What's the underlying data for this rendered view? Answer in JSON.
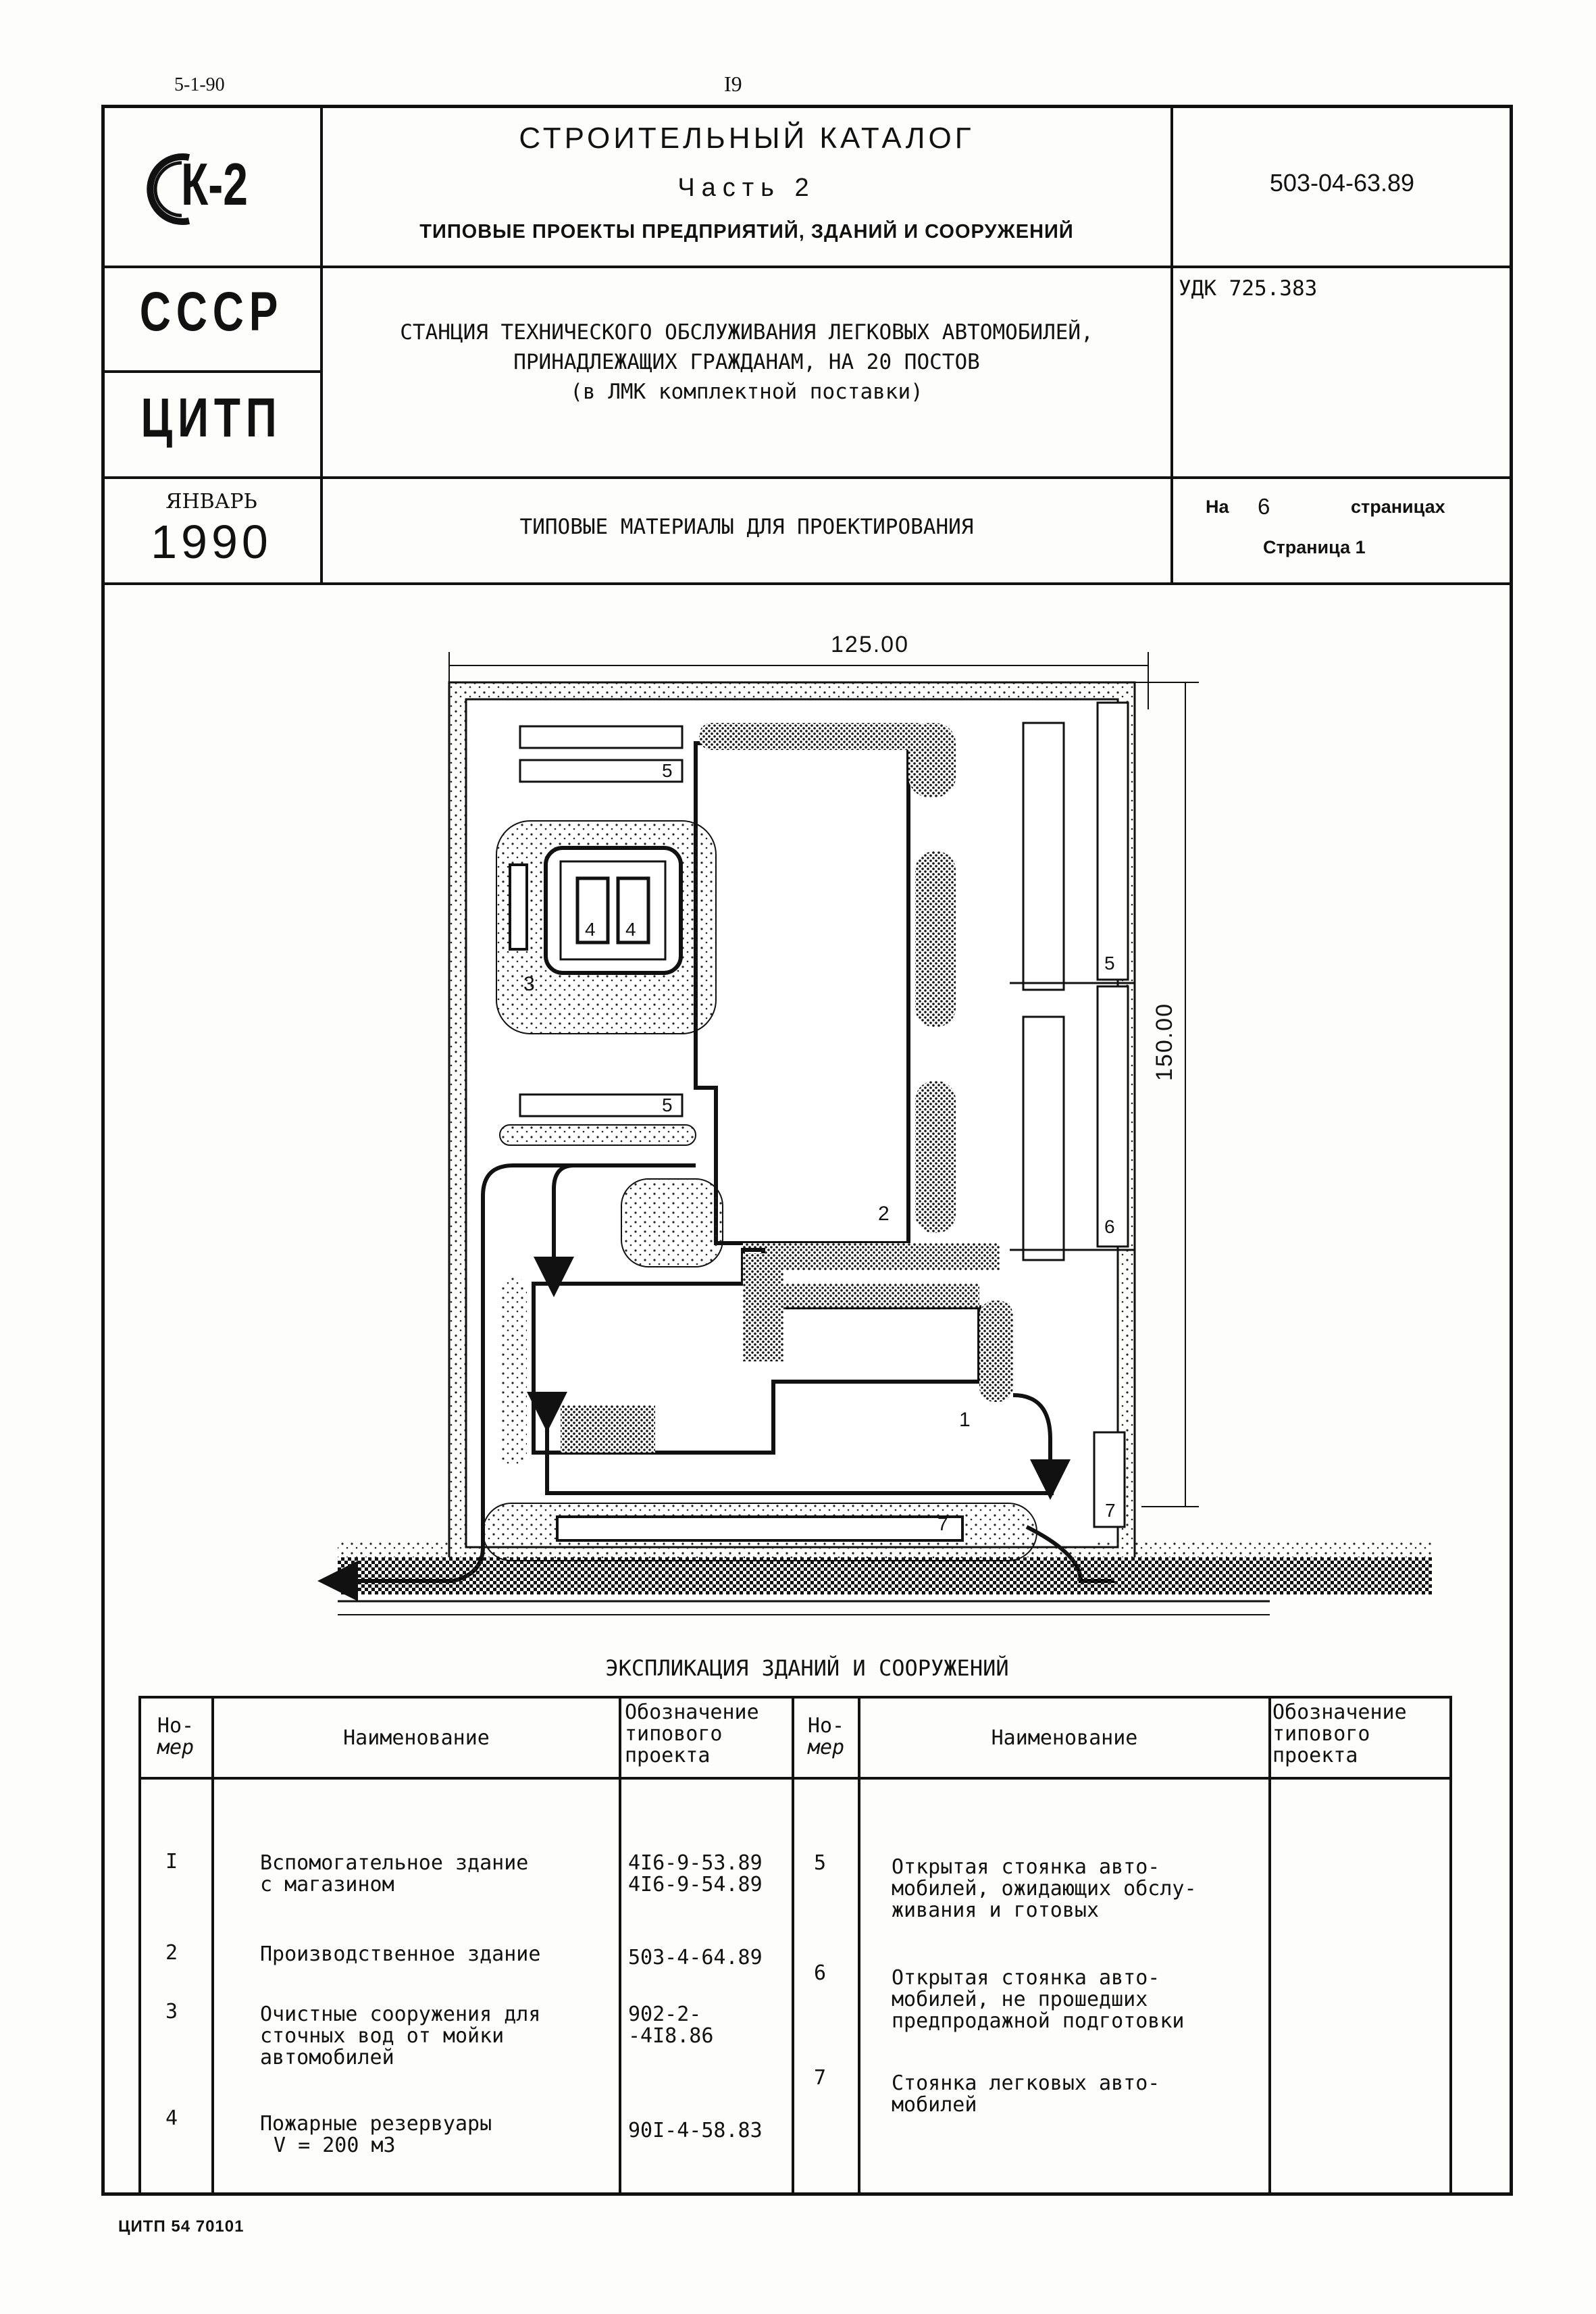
{
  "page_number_left": "5-1-90",
  "page_number_center": "I9",
  "stamp": {
    "logo_text": "К-2",
    "catalog_title": "СТРОИТЕЛЬНЫЙ КАТАЛОГ",
    "catalog_part": "Часть 2",
    "catalog_subtitle": "ТИПОВЫЕ ПРОЕКТЫ ПРЕДПРИЯТИЙ, ЗДАНИЙ И СООРУЖЕНИЙ",
    "project_code": "503-04-63.89",
    "org_country": "СССР",
    "org_name": "ЦИТП",
    "udk": "УДК 725.383",
    "project_title_line1": "СТАНЦИЯ ТЕХНИЧЕСКОГО ОБСЛУЖИВАНИЯ ЛЕГКОВЫХ АВТОМОБИЛЕЙ,",
    "project_title_line2": "ПРИНАДЛЕЖАЩИХ ГРАЖДАНАМ, НА 20 ПОСТОВ",
    "project_title_line3": "(в ЛМК комплектной поставки)",
    "month": "ЯНВАРЬ",
    "year": "1990",
    "materials_title": "ТИПОВЫЕ МАТЕРИАЛЫ ДЛЯ ПРОЕКТИРОВАНИЯ",
    "pages_prefix": "На",
    "pages_count": "6",
    "pages_suffix": "страницах",
    "page_label": "Страница 1"
  },
  "plan": {
    "dim_width": "125.00",
    "dim_height": "150.00",
    "labels": {
      "b1": "1",
      "b2": "2",
      "b3": "3",
      "b4a": "4",
      "b4b": "4",
      "b5a": "5",
      "b5b": "5",
      "b5c": "5",
      "b6": "6",
      "b7a": "7",
      "b7b": "7"
    }
  },
  "explication": {
    "title": "ЭКСПЛИКАЦИЯ ЗДАНИЙ И СООРУЖЕНИЙ",
    "headers": {
      "num_line1": "Но-",
      "num_line2": "мер",
      "name": "Наименование",
      "code_line1": "Обозначение",
      "code_line2": "типового",
      "code_line3": "проекта"
    },
    "left_rows": [
      {
        "num": "I",
        "name_lines": [
          "Вспомогательное здание",
          "с магазином"
        ],
        "code_lines": [
          "4I6-9-53.89",
          "4I6-9-54.89"
        ]
      },
      {
        "num": "2",
        "name_lines": [
          "Производственное здание"
        ],
        "code_lines": [
          "503-4-64.89"
        ]
      },
      {
        "num": "3",
        "name_lines": [
          "Очистные сооружения для",
          "сточных вод от мойки",
          "автомобилей"
        ],
        "code_lines": [
          "902-2-",
          "-4I8.86"
        ]
      },
      {
        "num": "4",
        "name_lines": [
          "Пожарные резервуары",
          "V = 200 м3"
        ],
        "code_lines": [
          "90I-4-58.83"
        ]
      }
    ],
    "right_rows": [
      {
        "num": "5",
        "name_lines": [
          "Открытая стоянка авто-",
          "мобилей, ожидающих обслу-",
          "живания и готовых"
        ]
      },
      {
        "num": "6",
        "name_lines": [
          "Открытая стоянка авто-",
          "мобилей, не прошедших",
          "предпродажной подготовки"
        ]
      },
      {
        "num": "7",
        "name_lines": [
          "Стоянка легковых авто-",
          "мобилей"
        ]
      }
    ]
  },
  "footer": "ЦИТП 54 70101"
}
